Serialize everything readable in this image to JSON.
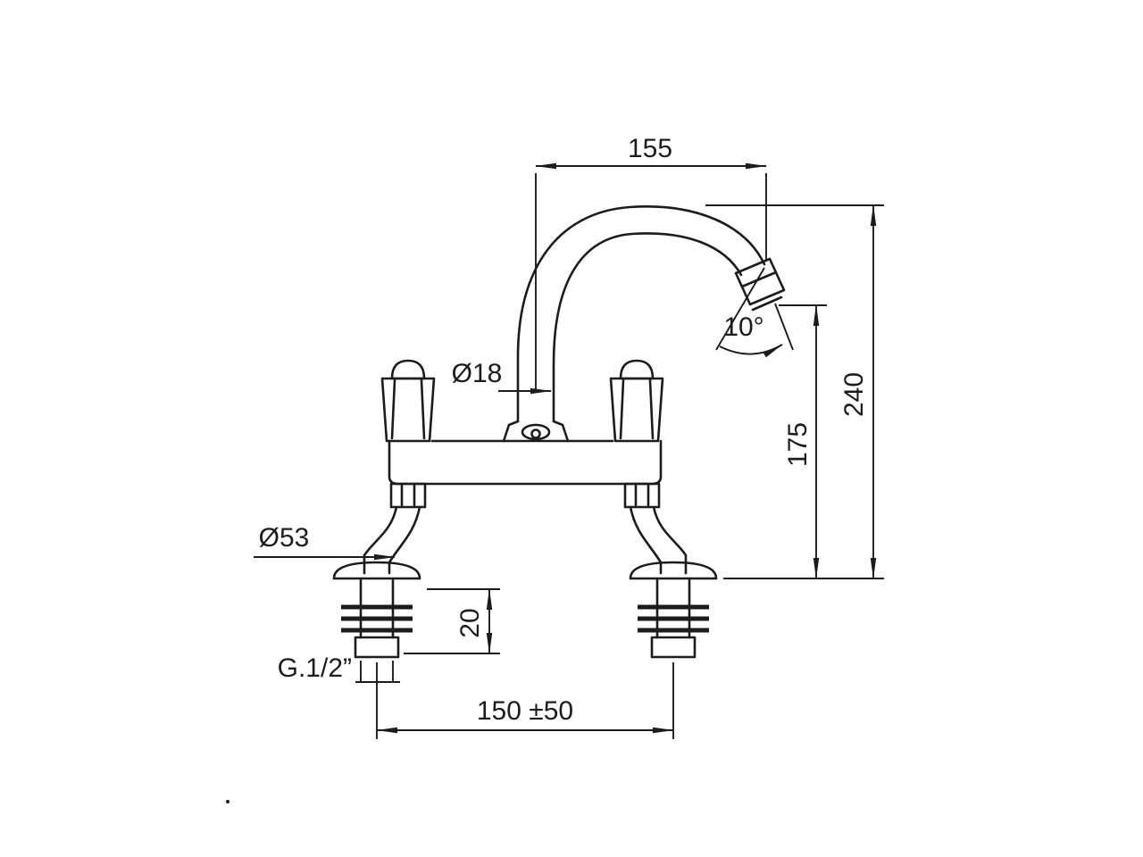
{
  "drawing": {
    "kind": "technical-dimension-drawing",
    "subject": "two-handle deck-mounted mixer tap with swan-neck spout, front elevation",
    "line_color": "#1c1c1c",
    "background_color": "#ffffff",
    "labels": {
      "spout_reach": "155",
      "overall_height": "240",
      "outlet_height": "175",
      "outlet_angle": "10°",
      "spout_diameter": "Ø18",
      "flange_diameter": "Ø53",
      "mounting_thickness": "20",
      "inlet_thread": "G.1/2”",
      "inlet_centre_distance": "150 ±50"
    }
  }
}
